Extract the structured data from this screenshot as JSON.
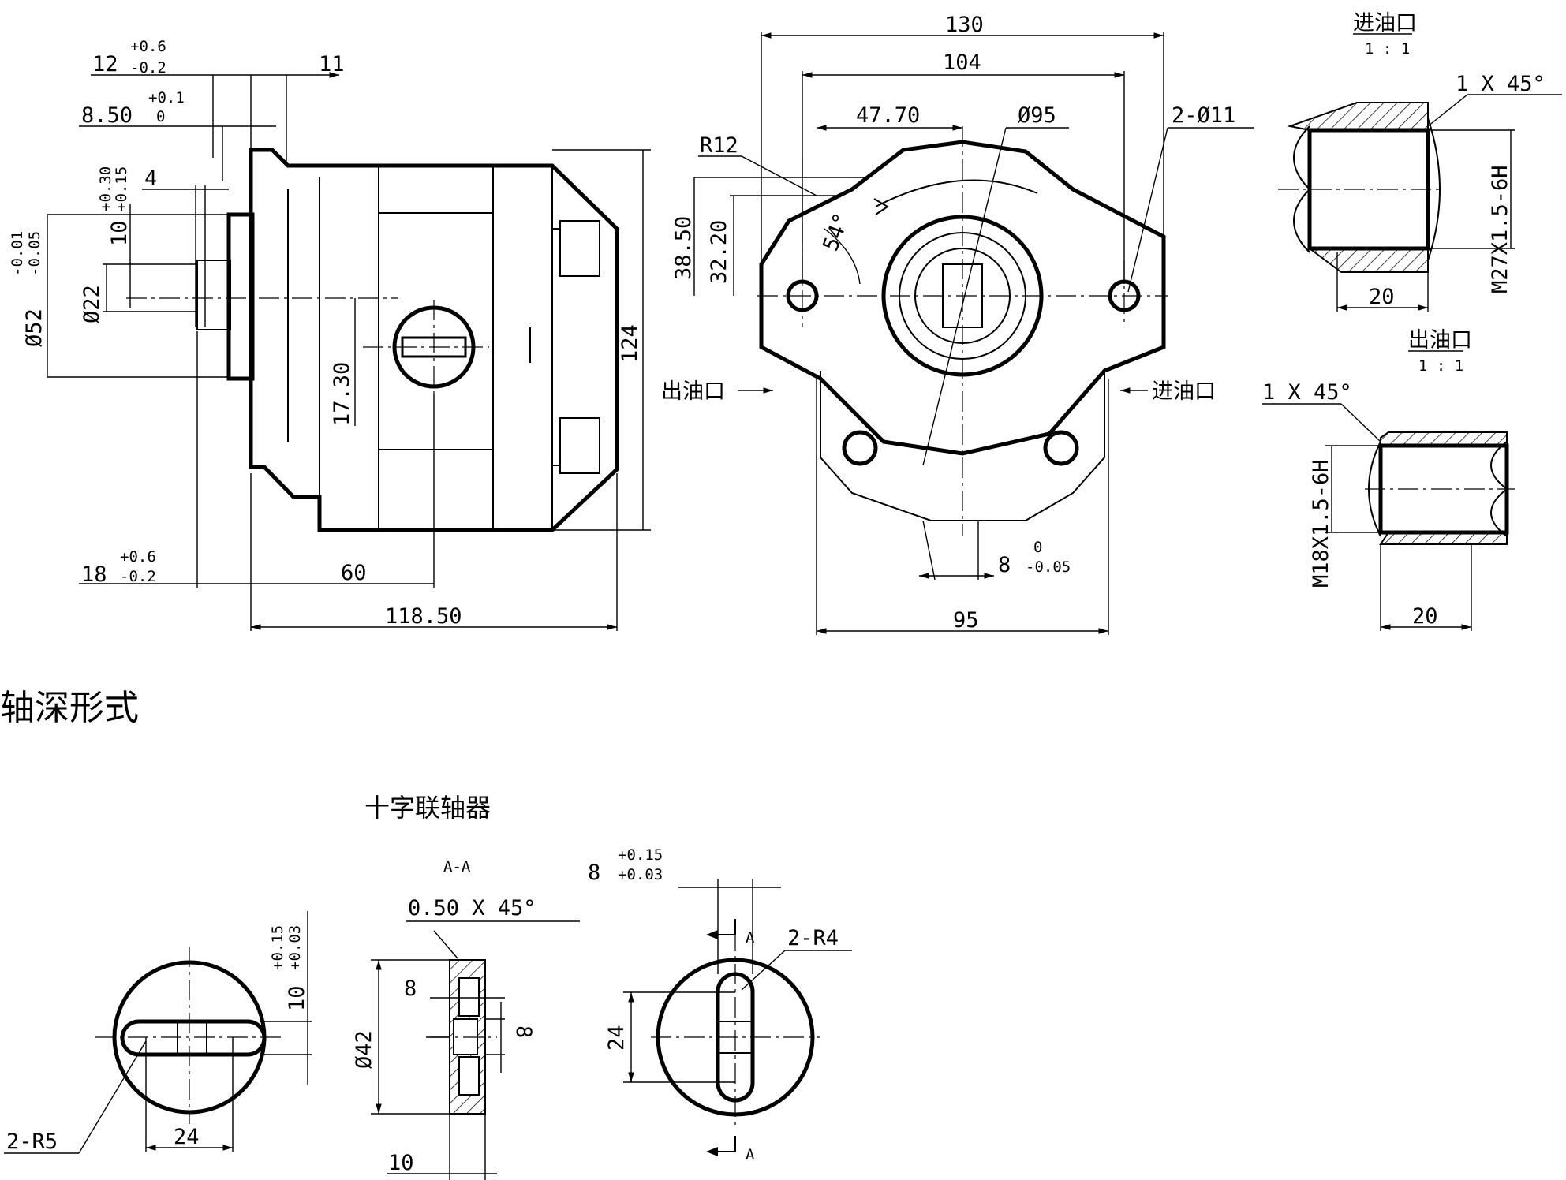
{
  "side_view": {
    "dims": {
      "d12": "12",
      "d12_tol_up": "+0.6",
      "d12_tol_lo": "-0.2",
      "d11": "11",
      "d8_50": "8.50",
      "d8_50_tol_up": "+0.1",
      "d8_50_tol_lo": "0",
      "d4": "4",
      "d10": "10",
      "d10_tol_up": "+0.30",
      "d10_tol_lo": "+0.15",
      "d52": "Ø52",
      "d52_tol_up": "-0.01",
      "d52_tol_lo": "-0.05",
      "d22": "Ø22",
      "d17_30": "17.30",
      "d124": "124",
      "d18": "18",
      "d18_tol_up": "+0.6",
      "d18_tol_lo": "-0.2",
      "d60": "60",
      "d118_50": "118.50"
    }
  },
  "front_view": {
    "dims": {
      "d130": "130",
      "d104": "104",
      "d47_70": "47.70",
      "d95_dia": "Ø95",
      "holes": "2-Ø11",
      "r12": "R12",
      "d38_50": "38.50",
      "d32_20": "32.20",
      "angle": "54°",
      "d8": "8",
      "d8_tol_up": "0",
      "d8_tol_lo": "-0.05",
      "d95": "95"
    },
    "outlet_label": "出油口",
    "inlet_label": "进油口"
  },
  "inlet_detail": {
    "title": "进油口",
    "scale": "1 : 1",
    "chamfer": "1 X 45°",
    "thread": "M27X1.5-6H",
    "depth": "20"
  },
  "outlet_detail": {
    "title": "出油口",
    "scale": "1 : 1",
    "chamfer": "1 X 45°",
    "thread": "M18X1.5-6H",
    "depth": "20"
  },
  "section_heading": "轴深形式",
  "coupling": {
    "title": "十字联轴器",
    "section_label": "A-A",
    "view1": {
      "slot": "10",
      "slot_tol_up": "+0.15",
      "slot_tol_lo": "+0.03",
      "radius": "2-R5",
      "width": "24"
    },
    "view2": {
      "chamfer": "0.50 X 45°",
      "dia": "Ø42",
      "d8a": "8",
      "d8b": "8",
      "thick": "10"
    },
    "view3": {
      "slot": "8",
      "slot_tol_up": "+0.15",
      "slot_tol_lo": "+0.03",
      "radius": "2-R4",
      "height": "24",
      "cut_a": "A",
      "cut_b": "A"
    }
  }
}
